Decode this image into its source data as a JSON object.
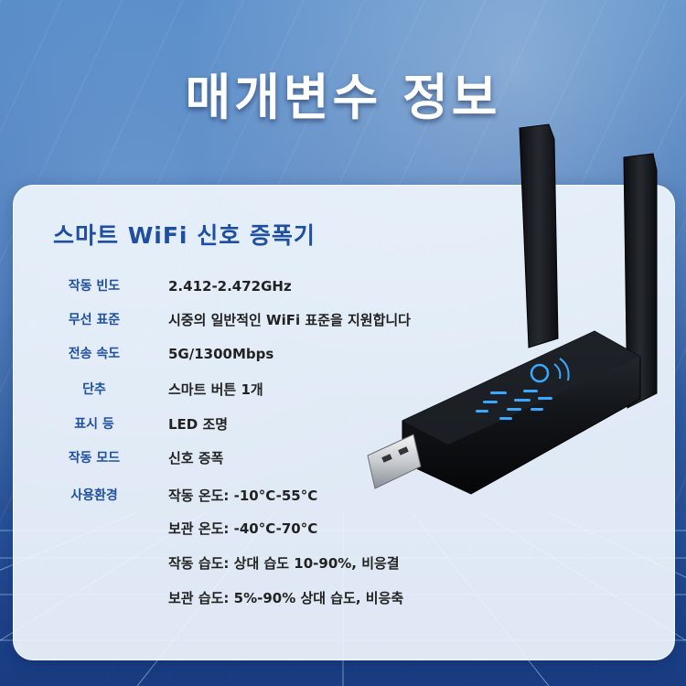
{
  "colors": {
    "accent": "#1f4fa0",
    "text": "#222222",
    "device": "#111418",
    "led": "#3aa8ff"
  },
  "header": {
    "title": "매개변수 정보"
  },
  "product": {
    "title": "스마트 WiFi 신호 증폭기",
    "image_icon": "usb-wifi-adapter-icon"
  },
  "specs": [
    {
      "label": "작동 빈도",
      "value": "2.412-2.472GHz"
    },
    {
      "label": "무선 표준",
      "value": "시중의 일반적인 WiFi 표준을 지원합니다"
    },
    {
      "label": "전송 속도",
      "value": "5G/1300Mbps"
    },
    {
      "label": "단추",
      "value": "스마트 버튼 1개"
    },
    {
      "label": "표시 등",
      "value": "LED 조명"
    },
    {
      "label": "작동 모드",
      "value": "신호 증폭"
    },
    {
      "label": "사용환경",
      "value": "작동 온도: -10°C-55°C"
    }
  ],
  "environment_extra": [
    "보관 온도: -40°C-70°C",
    "작동 습도: 상대 습도 10-90%, 비응결",
    "보관 습도: 5%-90% 상대 습도, 비응축"
  ]
}
